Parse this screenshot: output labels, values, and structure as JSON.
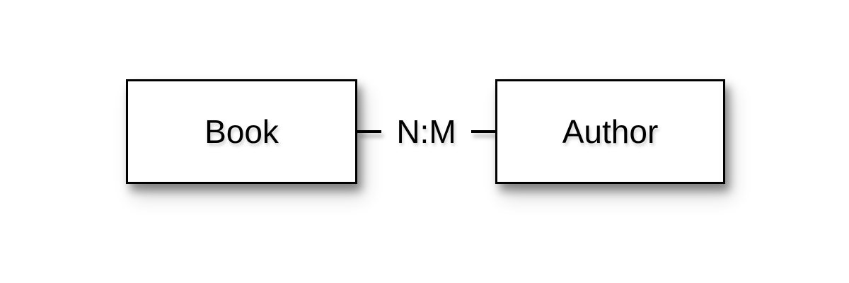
{
  "diagram": {
    "type": "entity-relationship",
    "entities": [
      {
        "id": "book",
        "label": "Book"
      },
      {
        "id": "author",
        "label": "Author"
      }
    ],
    "relationship": {
      "label": "N:M",
      "from": "Book",
      "to": "Author"
    },
    "colors": {
      "background": "#ffffff",
      "box_fill": "#ffffff",
      "box_border": "#000000",
      "line": "#000000",
      "text": "#000000"
    }
  }
}
